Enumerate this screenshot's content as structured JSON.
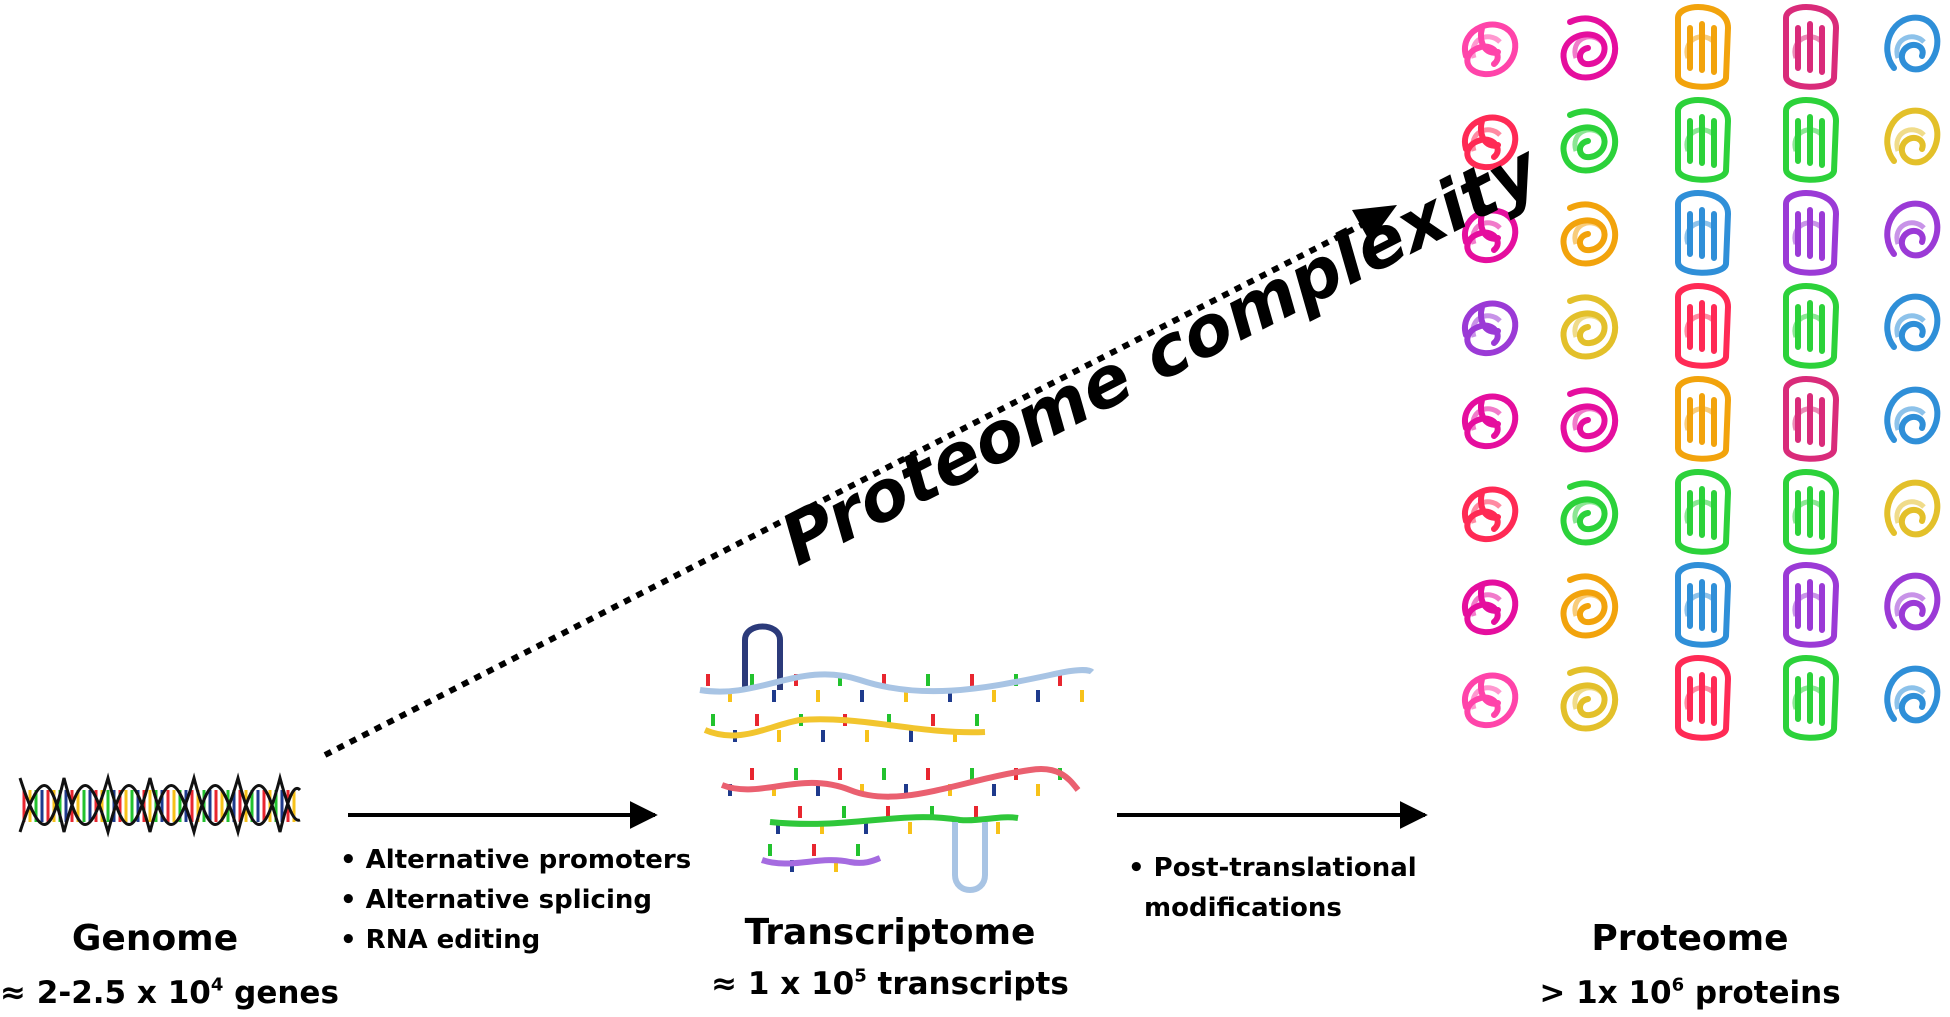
{
  "genome": {
    "title": "Genome",
    "count_prefix": "≈ 2-2.5 x 10",
    "count_exp": "4",
    "count_suffix": " genes"
  },
  "transcriptome": {
    "title": "Transcriptome",
    "count_prefix": "≈ 1 x 10",
    "count_exp": "5",
    "count_suffix": " transcripts"
  },
  "proteome": {
    "title": "Proteome",
    "count_prefix": "> 1x 10",
    "count_exp": "6",
    "count_suffix": " proteins"
  },
  "step1_bullets": [
    "• Alternative promoters",
    "• Alternative splicing",
    "• RNA editing"
  ],
  "step2_bullets": [
    "• Post-translational",
    "modifications"
  ],
  "complexity_label": "Proteome complexity",
  "colors": {
    "base_pairs": [
      "#e8262f",
      "#f7c21a",
      "#22c22e",
      "#1e3a8c",
      "#9b30d8",
      "#f4a020"
    ],
    "proteins": [
      "#ff44aa",
      "#e50e9e",
      "#f2a30c",
      "#d92b7a",
      "#2f8fd8",
      "#2cd23a",
      "#9b3ad6",
      "#e3c02a",
      "#ff2a55"
    ]
  }
}
